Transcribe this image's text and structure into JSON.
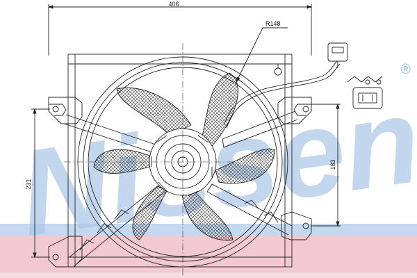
{
  "drawing": {
    "dimensions": {
      "overall_width": "406",
      "radius": "R148",
      "left_height": "231",
      "right_height": "183"
    },
    "watermark": {
      "text": "Nissens",
      "registered_mark": "®"
    },
    "parts": [
      "fan-shroud-frame",
      "fan-blades",
      "motor-hub",
      "connector-cable",
      "electrical-plug",
      "mounting-clip"
    ],
    "colors": {
      "line": "#222222",
      "watermark_blue": "#a9c6e8",
      "band_blue": "#c4d8ef",
      "band_pink": "#f2c9d1",
      "band_pink_light": "#f7dbe2"
    }
  }
}
